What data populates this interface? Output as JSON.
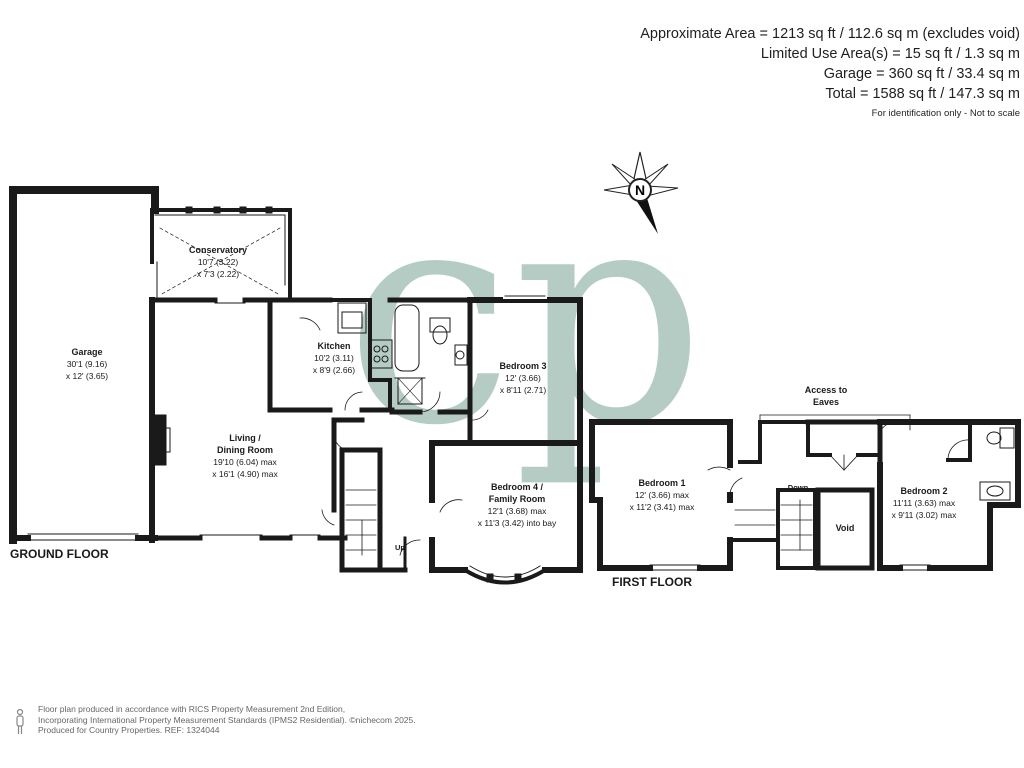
{
  "areas": {
    "line1": "Approximate Area = 1213 sq ft / 112.6 sq m (excludes void)",
    "line2": "Limited Use Area(s) = 15 sq ft / 1.3 sq m",
    "line3": "Garage = 360 sq ft / 33.4 sq m",
    "line4": "Total = 1588 sq ft / 147.3 sq m",
    "note": "For identification only - Not to scale"
  },
  "compass": {
    "label": "N"
  },
  "watermark": {
    "text": "cp",
    "color": "#a9c4bc"
  },
  "colors": {
    "walls": "#1a1a1a",
    "fixtures": "#555555",
    "background": "#ffffff"
  },
  "ground_floor": {
    "label": "GROUND FLOOR",
    "rooms": {
      "garage": {
        "name": "Garage",
        "dim1": "30'1 (9.16)",
        "dim2": "x 12' (3.65)"
      },
      "conservatory": {
        "name": "Conservatory",
        "dim1": "10'7 (3.22)",
        "dim2": "x 7'3 (2.22)"
      },
      "kitchen": {
        "name": "Kitchen",
        "dim1": "10'2 (3.11)",
        "dim2": "x 8'9 (2.66)"
      },
      "living": {
        "name1": "Living /",
        "name2": "Dining Room",
        "dim1": "19'10 (6.04) max",
        "dim2": "x 16'1 (4.90) max"
      },
      "bedroom3": {
        "name": "Bedroom 3",
        "dim1": "12' (3.66)",
        "dim2": "x 8'11 (2.71)"
      },
      "bedroom4": {
        "name1": "Bedroom 4 /",
        "name2": "Family Room",
        "dim1": "12'1 (3.68) max",
        "dim2": "x 11'3 (3.42) into bay"
      }
    },
    "stairs_label": "Up"
  },
  "first_floor": {
    "label": "FIRST FLOOR",
    "rooms": {
      "bedroom1": {
        "name": "Bedroom 1",
        "dim1": "12' (3.66) max",
        "dim2": "x 11'2 (3.41) max"
      },
      "bedroom2": {
        "name": "Bedroom 2",
        "dim1": "11'11 (3.63) max",
        "dim2": "x 9'11 (3.02) max"
      },
      "void": {
        "name": "Void"
      }
    },
    "eaves_line1": "Access to",
    "eaves_line2": "Eaves",
    "stairs_label": "Down"
  },
  "footer": {
    "line1": "Floor plan produced in accordance with RICS Property Measurement 2nd Edition,",
    "line2": "Incorporating International Property Measurement Standards (IPMS2 Residential). ©nichecom 2025.",
    "line3": "Produced for Country Properties.   REF: 1324044"
  }
}
